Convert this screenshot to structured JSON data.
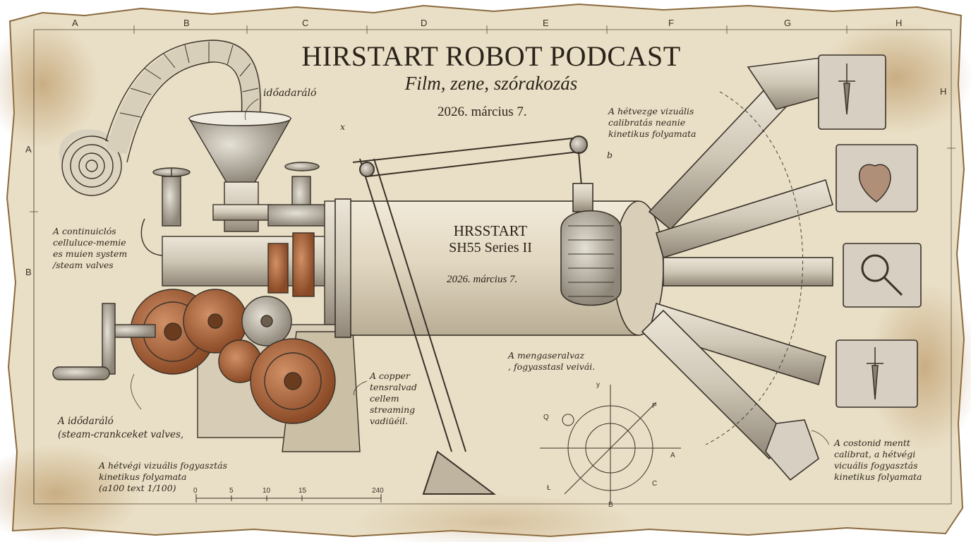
{
  "header": {
    "title": "HIRSTART ROBOT PODCAST",
    "subtitle": "Film, zene, szórakozás",
    "date": "2026. március 7."
  },
  "grid": {
    "top": [
      "A",
      "B",
      "C",
      "D",
      "E",
      "F",
      "G",
      "H"
    ],
    "left": [
      "A",
      "B"
    ],
    "right": [
      "H"
    ]
  },
  "cylinder": {
    "brand": "HRSSTART",
    "model": "SH55 Series II",
    "date": "2026. március 7."
  },
  "notes": {
    "film": "időadaráló",
    "steam_valves": "A continuiclós\ncelluluce-memie\nes muien system\n/steam valves",
    "crank": "A idődaráló\n(steam-crankceket valves,",
    "consumption": "A hétvégi vizuális fogyasztás\nkinetikus folyamata\n(a100 text 1/100)",
    "copper": "A copper\ntensralvad\ncellem\nstreaming\nvadiüéil.",
    "arm": "A mengaseralvaz\n, fogyasstasl veivái.",
    "calibration_top": "A hétvezge vizuális\ncalibratás neanie\nkinetikus folyamata",
    "calibration_bottom": "A costonid mentt\ncalibrat, a hétvégi\nvicuális fogyasztás\nkinetikus folyamata"
  },
  "labels": {
    "x": "x",
    "b": "b",
    "y": "y",
    "p": "P",
    "q": "Q",
    "a": "A",
    "c": "C",
    "l": "Ł",
    "bottom_b": "B"
  },
  "scale": [
    "0",
    "5",
    "10",
    "15",
    "240"
  ],
  "icons": [
    "dagger-icon",
    "heart-icon",
    "magnifier-icon",
    "dagger-icon"
  ],
  "colors": {
    "paper": "#e9dfc7",
    "ink": "#2b2219",
    "copper": "#a8643a",
    "steel": "#c9c4b8"
  }
}
